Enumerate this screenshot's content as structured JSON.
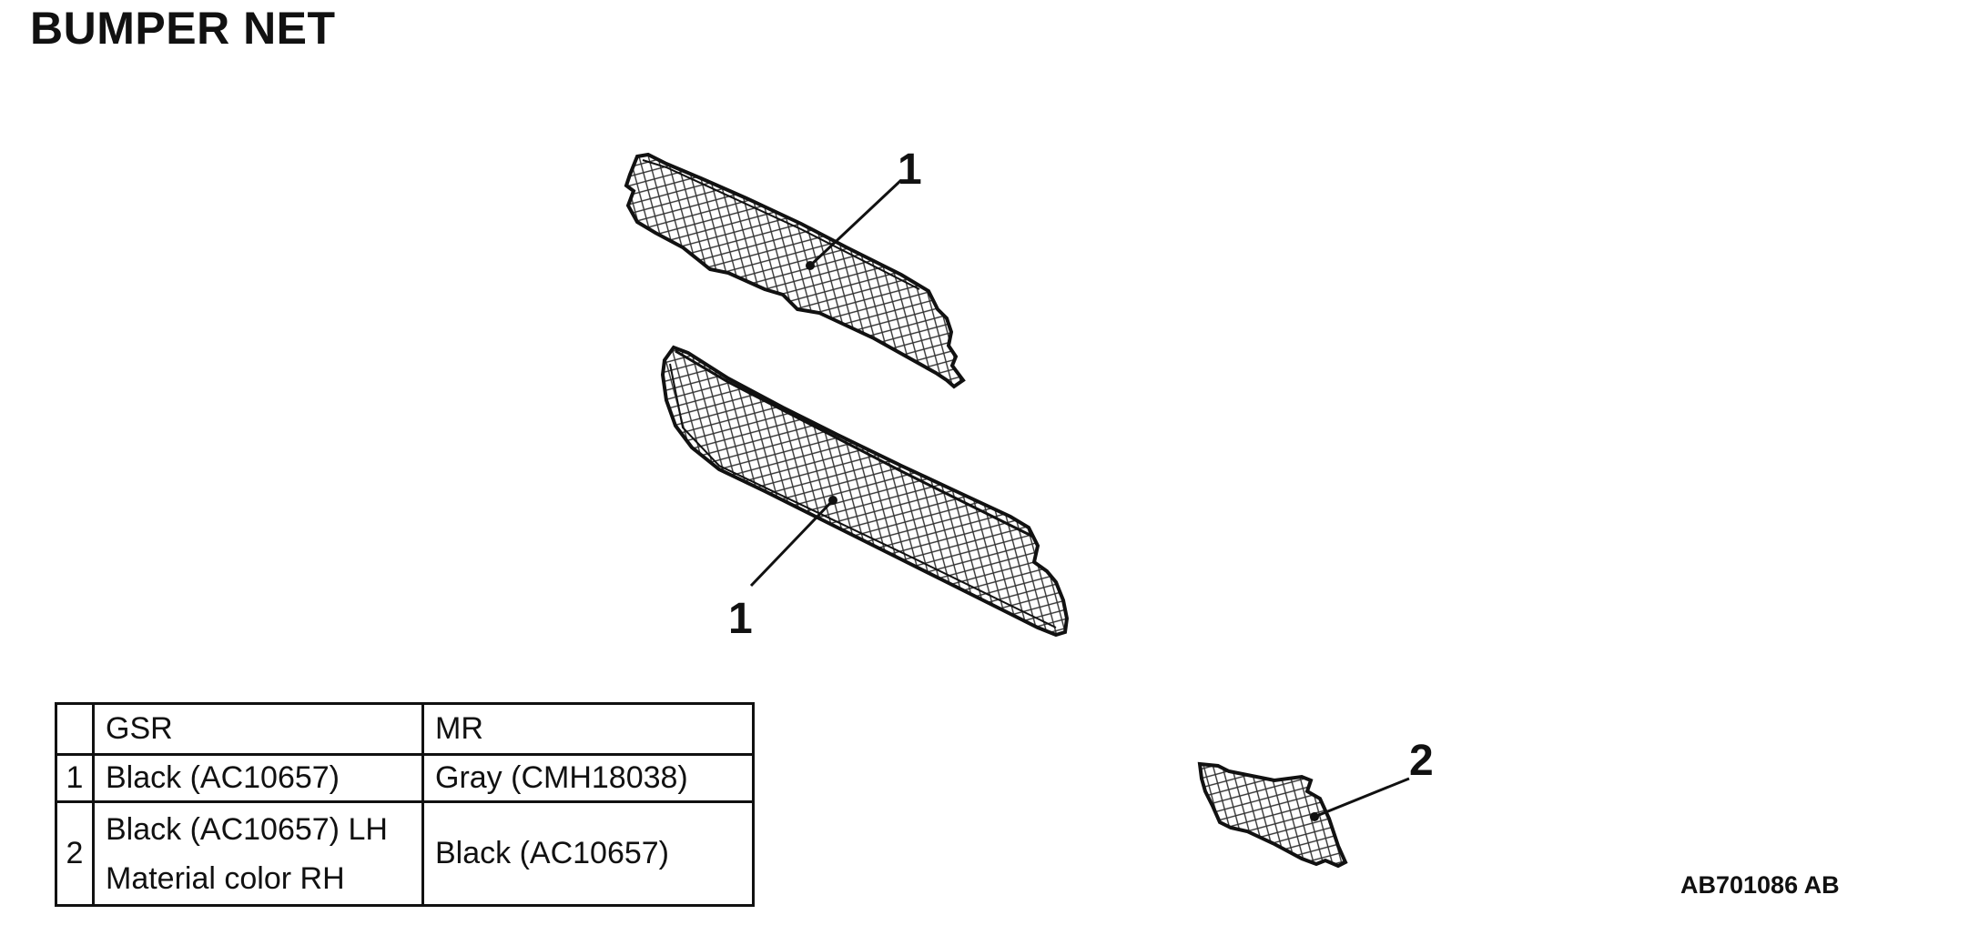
{
  "title": "BUMPER NET",
  "diagram_id": "AB701086 AB",
  "callouts": {
    "upper_net": "1",
    "lower_net": "1",
    "side_net": "2"
  },
  "table": {
    "headers": [
      "",
      "GSR",
      "MR"
    ],
    "rows": [
      {
        "num": "1",
        "gsr": [
          "Black (AC10657)"
        ],
        "mr": "Gray (CMH18038)"
      },
      {
        "num": "2",
        "gsr": [
          "Black (AC10657) LH",
          "Material color RH"
        ],
        "mr": "Black (AC10657)"
      }
    ]
  }
}
